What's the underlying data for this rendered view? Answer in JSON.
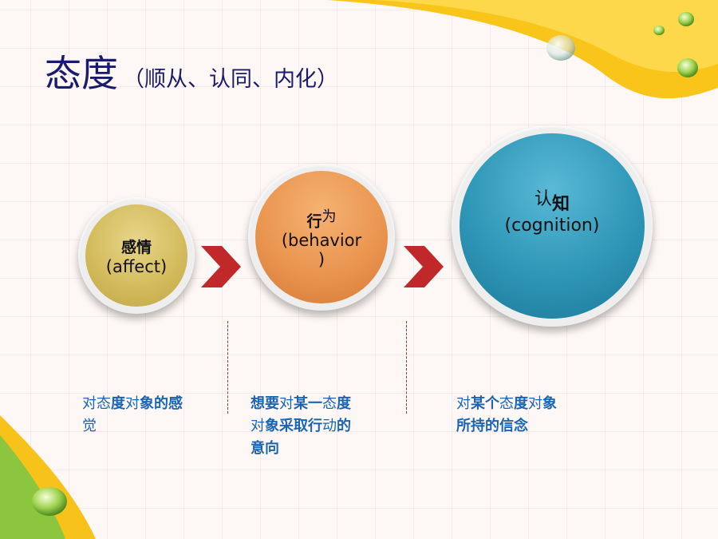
{
  "title": {
    "main": "态度",
    "sub": "（顺从、认同、内化）"
  },
  "nodes": [
    {
      "zh_bold": "感情",
      "zh_light": "",
      "en": "(affect)",
      "color": "#d4bc5e"
    },
    {
      "zh_bold": "行",
      "zh_light": "为",
      "en": "(behavior",
      "en2": ")",
      "color": "#ea9550"
    },
    {
      "zh_bold": "知",
      "zh_light": "认",
      "en": "(cognition)",
      "color": "#2e96b7"
    }
  ],
  "descriptions": [
    {
      "l1a": "对态",
      "l1b": "度",
      "l1c": "对",
      "l1d": "象的感",
      "l2": "觉"
    },
    {
      "l1a": "想要",
      "l1b": "对",
      "l1c": "某一",
      "l1d": "态",
      "l1e": "度",
      "l2a": "对",
      "l2b": "象采取行",
      "l2c": "动",
      "l2d": "的",
      "l3": "意向"
    },
    {
      "l1a": "对",
      "l1b": "某个",
      "l1c": "态",
      "l1d": "度",
      "l1e": "对",
      "l1f": "象",
      "l2": "所持的信念"
    }
  ],
  "colors": {
    "title": "#1b1b6b",
    "desc": "#1a64b4",
    "arrow": "#c0282a",
    "accent_yellow": "#f7c21a",
    "accent_green": "#8cc63f"
  }
}
